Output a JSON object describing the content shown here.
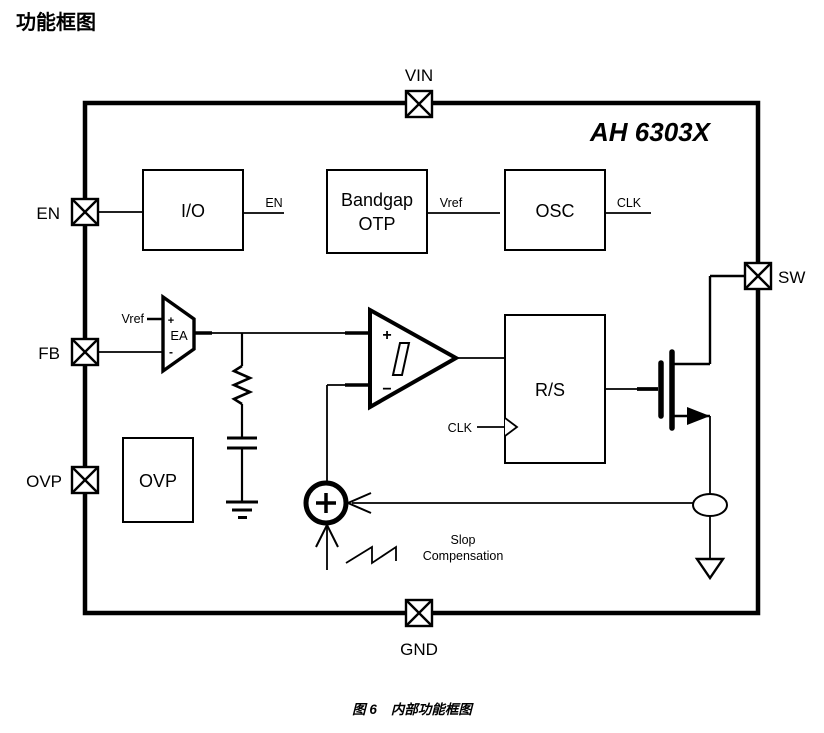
{
  "page": {
    "title": "功能框图",
    "caption_num": "图 6",
    "caption_text": "内部功能框图"
  },
  "chip": {
    "name": "AH 6303X"
  },
  "pins": {
    "vin": {
      "label": "VIN"
    },
    "en": {
      "label": "EN"
    },
    "fb": {
      "label": "FB"
    },
    "ovp": {
      "label": "OVP"
    },
    "sw": {
      "label": "SW"
    },
    "gnd": {
      "label": "GND"
    }
  },
  "blocks": {
    "io": {
      "label": "I/O"
    },
    "bandgap": {
      "line1": "Bandgap",
      "line2": "OTP"
    },
    "osc": {
      "label": "OSC"
    },
    "rs": {
      "label": "R/S"
    },
    "ovp": {
      "label": "OVP"
    },
    "ea": {
      "label": "EA",
      "plus": "+",
      "minus": "-"
    }
  },
  "signals": {
    "en_out": "EN",
    "vref_out": "Vref",
    "clk_out": "CLK",
    "vref_in": "Vref",
    "clk_in": "CLK",
    "comp_plus": "+",
    "comp_minus": "−",
    "slope_line1": "Slop",
    "slope_line2": "Compensation"
  },
  "colors": {
    "ink": "#000000",
    "background": "#ffffff"
  }
}
